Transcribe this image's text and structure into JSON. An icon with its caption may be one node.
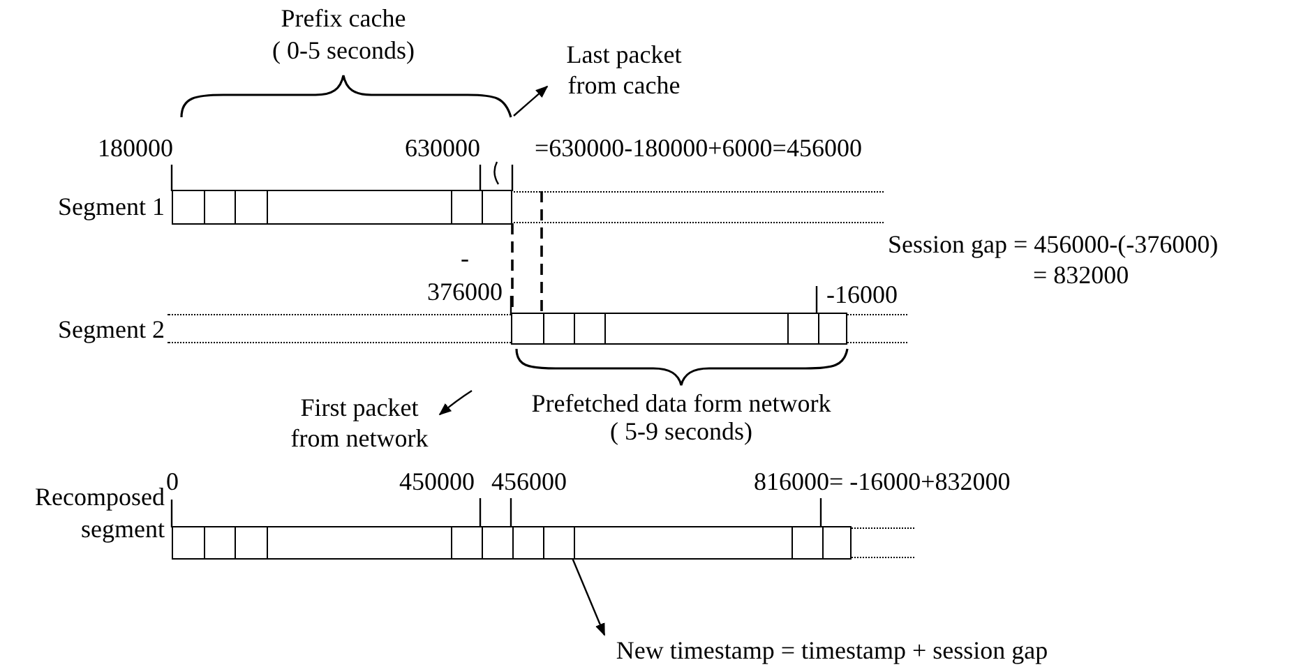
{
  "diagram": {
    "nodes": [
      {
        "text": [
          "Last packet from cache"
        ]
      },
      {
        "text": [],
        "shape": "bar",
        "beside": [
          "Segment 1",
          "180000",
          "630000"
        ]
      },
      {
        "text": [],
        "shape": "bar",
        "beside": [
          "Segment 2",
          "-",
          "376000",
          "-16000"
        ]
      },
      {
        "text": [
          "First packet from network"
        ]
      },
      {
        "text": [],
        "shape": "bar",
        "beside": [
          "Recomposed segment",
          "0",
          "450000",
          "456000",
          "816000= -16000+832000"
        ]
      },
      {
        "text": [
          "New timestamp = timestamp + session gap"
        ]
      },
      {
        "text": [],
        "shape": "brace",
        "beside": [
          "Prefix cache",
          "( 0-5 seconds)"
        ]
      }
    ],
    "edges": [
      {
        "from": 6,
        "to": 0,
        "arrow": "to"
      },
      {
        "from": null,
        "to": 3,
        "arrow": "to"
      },
      {
        "from": 4,
        "to": 5,
        "arrow": "to"
      },
      {
        "from": 1,
        "to": 2,
        "arrow": "none",
        "style": "dashed"
      },
      {
        "from": 1,
        "to": 2,
        "arrow": "none",
        "style": "dashed"
      }
    ],
    "labels": [
      "=630000-180000+6000=456000",
      "Session gap = 456000-(-376000)",
      "= 832000",
      "Prefetched data form network",
      "( 5-9 seconds)"
    ]
  }
}
